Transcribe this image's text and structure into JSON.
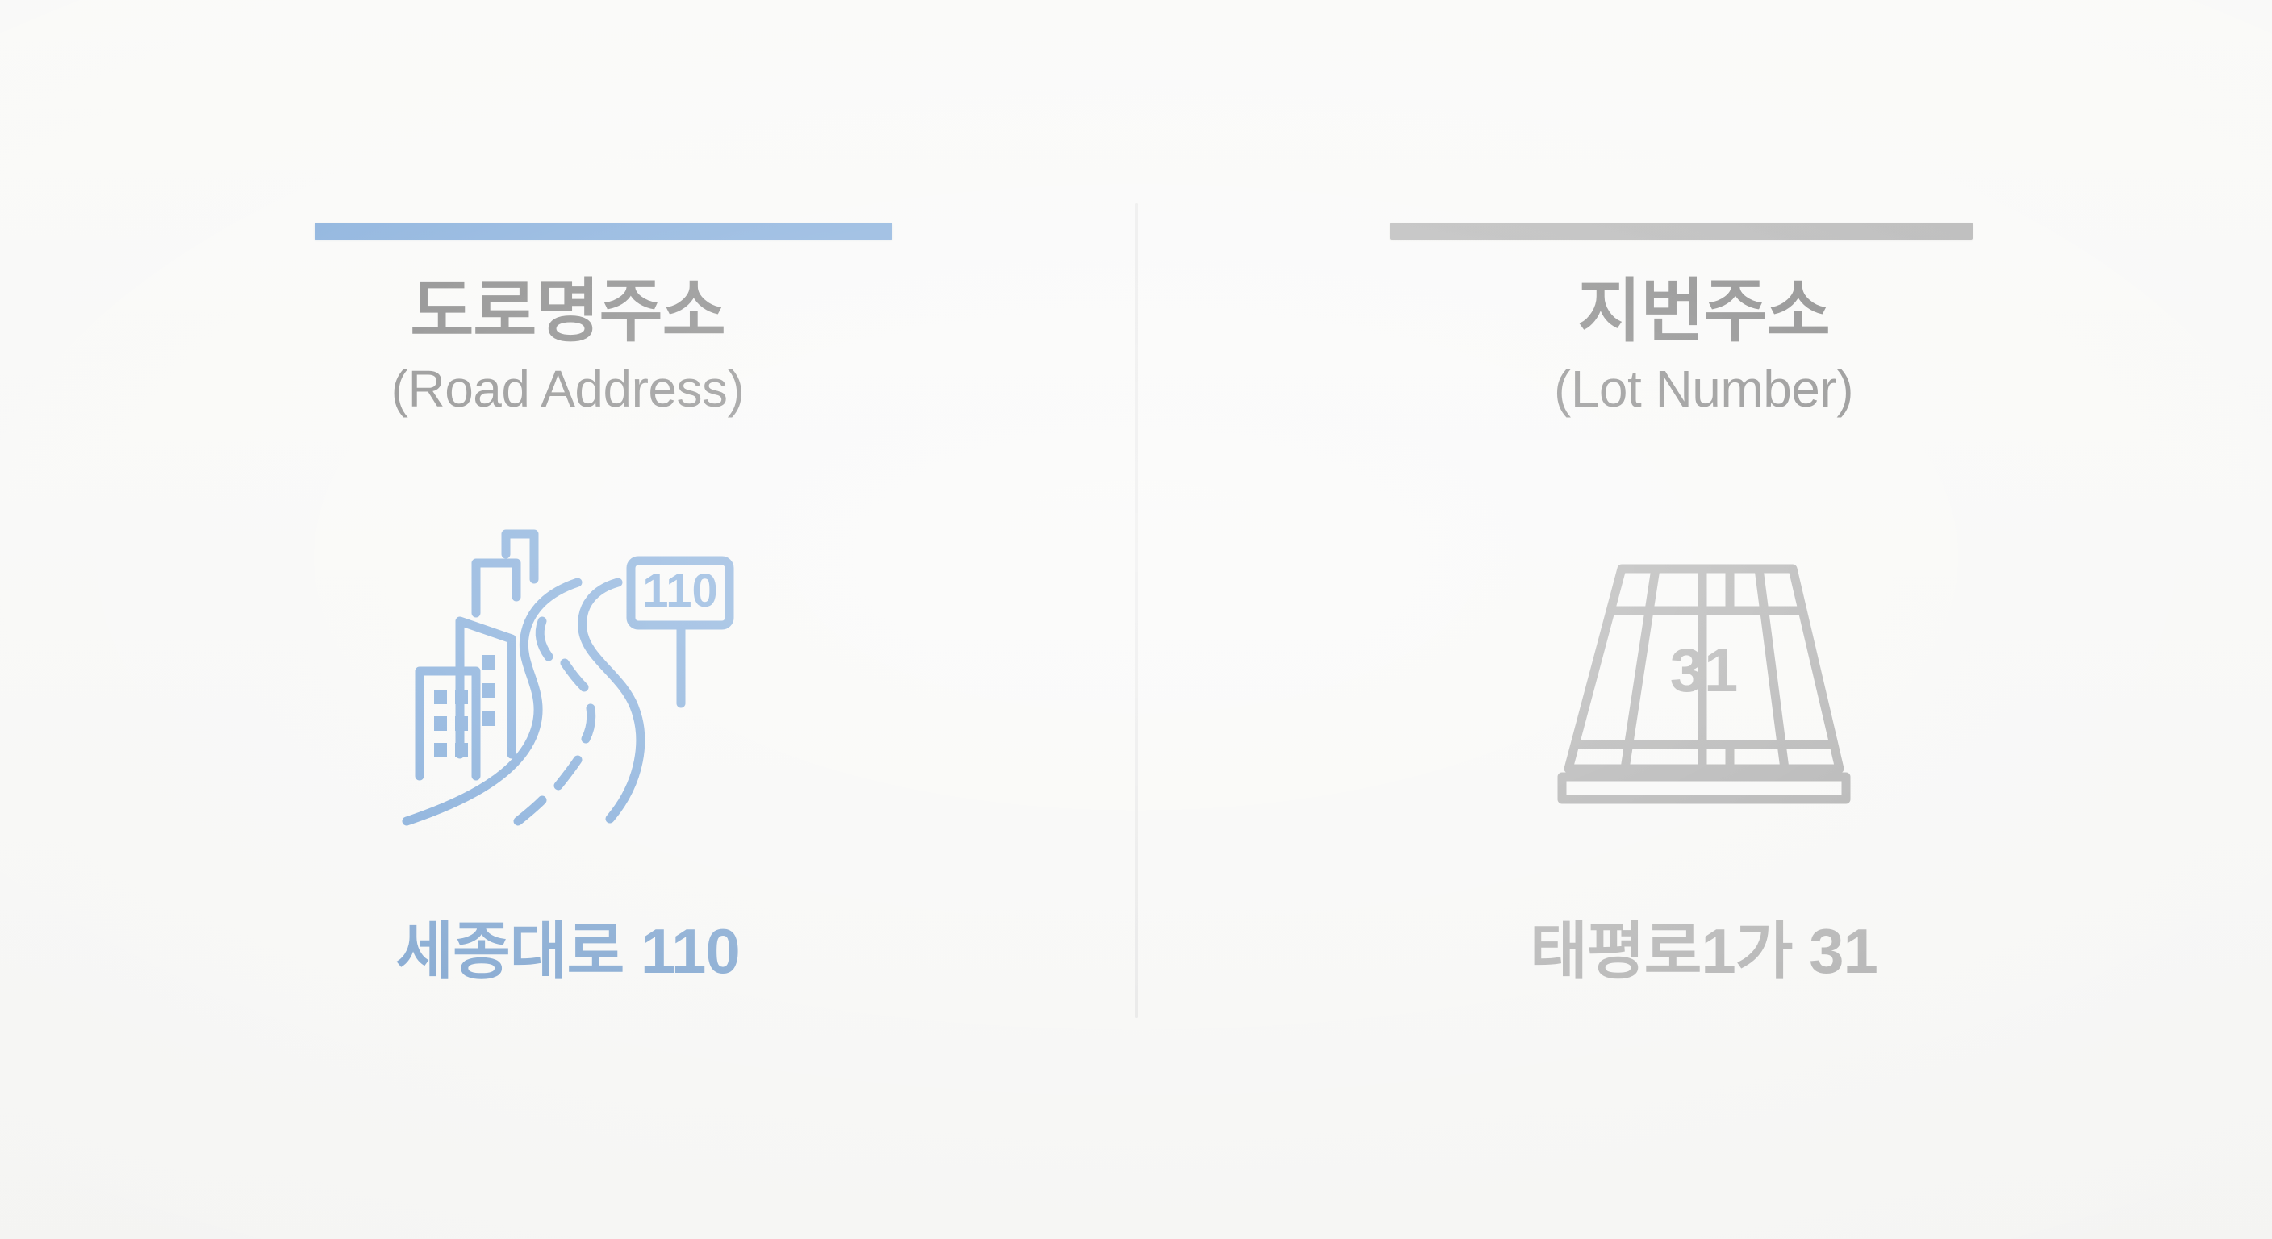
{
  "page": {
    "background_color": "#f6f6f4",
    "divider_color": "#dedede"
  },
  "panels": [
    {
      "id": "road-address",
      "accent_color": "#3578c4",
      "title_ko": "도로명주소",
      "title_en": "(Road Address)",
      "icon": {
        "name": "road-with-buildings-and-street-sign-icon",
        "color": "#3578c4",
        "sign_number": "110"
      },
      "caption": "세종대로 110",
      "caption_color": "#3a75b8"
    },
    {
      "id": "lot-number-address",
      "accent_color": "#858585",
      "title_ko": "지번주소",
      "title_en": "(Lot Number)",
      "icon": {
        "name": "land-parcel-grid-icon",
        "color": "#808080",
        "lot_number": "31"
      },
      "caption": "태평로1가 31",
      "caption_color": "#8a8a8a"
    }
  ]
}
